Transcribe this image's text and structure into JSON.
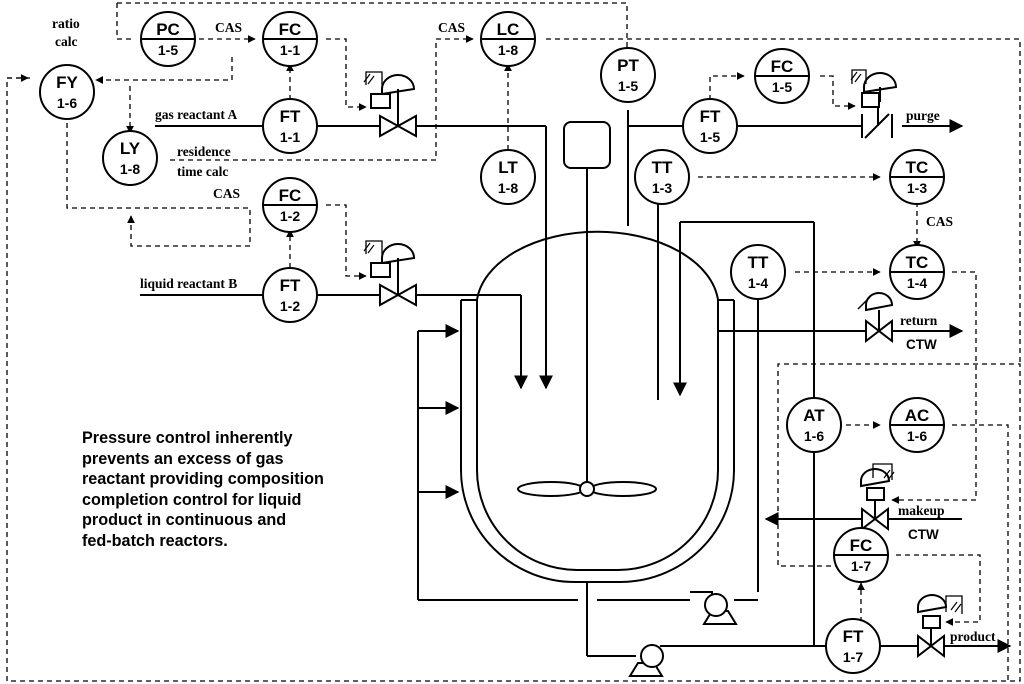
{
  "instruments": [
    {
      "id": "fy16",
      "tag": "FY",
      "loop": "1-6",
      "type": "field"
    },
    {
      "id": "pc15",
      "tag": "PC",
      "loop": "1-5",
      "type": "board"
    },
    {
      "id": "fc11",
      "tag": "FC",
      "loop": "1-1",
      "type": "board"
    },
    {
      "id": "lc18",
      "tag": "LC",
      "loop": "1-8",
      "type": "board"
    },
    {
      "id": "pt15",
      "tag": "PT",
      "loop": "1-5",
      "type": "field"
    },
    {
      "id": "fc15",
      "tag": "FC",
      "loop": "1-5",
      "type": "board"
    },
    {
      "id": "ft11",
      "tag": "FT",
      "loop": "1-1",
      "type": "field"
    },
    {
      "id": "ft15",
      "tag": "FT",
      "loop": "1-5",
      "type": "field"
    },
    {
      "id": "ly18",
      "tag": "LY",
      "loop": "1-8",
      "type": "field"
    },
    {
      "id": "lt18",
      "tag": "LT",
      "loop": "1-8",
      "type": "field"
    },
    {
      "id": "tt13",
      "tag": "TT",
      "loop": "1-3",
      "type": "field"
    },
    {
      "id": "tc13",
      "tag": "TC",
      "loop": "1-3",
      "type": "board"
    },
    {
      "id": "fc12",
      "tag": "FC",
      "loop": "1-2",
      "type": "board"
    },
    {
      "id": "ft12",
      "tag": "FT",
      "loop": "1-2",
      "type": "field"
    },
    {
      "id": "tt14",
      "tag": "TT",
      "loop": "1-4",
      "type": "field"
    },
    {
      "id": "tc14",
      "tag": "TC",
      "loop": "1-4",
      "type": "board"
    },
    {
      "id": "at16",
      "tag": "AT",
      "loop": "1-6",
      "type": "field"
    },
    {
      "id": "ac16",
      "tag": "AC",
      "loop": "1-6",
      "type": "board"
    },
    {
      "id": "fc17",
      "tag": "FC",
      "loop": "1-7",
      "type": "board"
    },
    {
      "id": "ft17",
      "tag": "FT",
      "loop": "1-7",
      "type": "field"
    }
  ],
  "labels": {
    "ratio": "ratio",
    "calc": "calc",
    "cas": "CAS",
    "gas_reactant_a": "gas reactant A",
    "liquid_reactant_b": "liquid  reactant B",
    "residence": "residence",
    "time_calc": "time calc",
    "purge": "purge",
    "return": "return",
    "ctw": "CTW",
    "makeup": "makeup",
    "product": "product"
  },
  "note_lines": [
    "Pressure control inherently",
    "prevents an excess of gas",
    "reactant providing composition",
    "completion control for liquid",
    "product in continuous and",
    "fed-batch reactors."
  ]
}
